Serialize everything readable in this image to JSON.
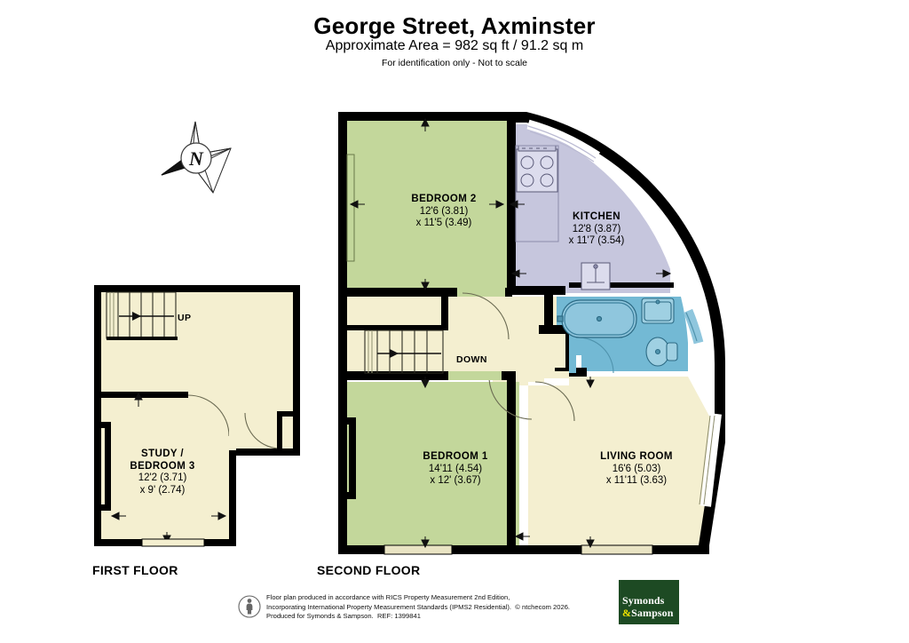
{
  "header": {
    "title": "George Street, Axminster",
    "subtitle": "Approximate Area = 982 sq ft / 91.2 sq m",
    "note": "For identification only - Not to scale"
  },
  "compass": {
    "label": "N"
  },
  "floors": [
    {
      "id": "first",
      "caption": "FIRST FLOOR"
    },
    {
      "id": "second",
      "caption": "SECOND FLOOR"
    }
  ],
  "rooms": {
    "bedroom2": {
      "name": "BEDROOM 2",
      "dim1": "12'6 (3.81)",
      "dim2": "x 11'5 (3.49)"
    },
    "kitchen": {
      "name": "KITCHEN",
      "dim1": "12'8 (3.87)",
      "dim2": "x 11'7 (3.54)"
    },
    "bedroom1": {
      "name": "BEDROOM 1",
      "dim1": "14'11 (4.54)",
      "dim2": "x 12' (3.67)"
    },
    "living": {
      "name": "LIVING ROOM",
      "dim1": "16'6 (5.03)",
      "dim2": "x 11'11 (3.63)"
    },
    "study": {
      "name": "STUDY /",
      "name2": "BEDROOM 3",
      "dim1": "12'2 (3.71)",
      "dim2": "x 9' (2.74)"
    }
  },
  "stairs": {
    "up": "UP",
    "down": "DOWN"
  },
  "footer": {
    "line1": "Floor plan produced in accordance with RICS Property Measurement 2nd Edition,",
    "line2": "Incorporating International Property Measurement Standards (IPMS2 Residential).",
    "copyright": "© ntchecom 2026.",
    "line3": "Produced for Symonds & Sampson.",
    "ref": "REF:  1399841",
    "logo_line1": "Symonds",
    "logo_amp": "&",
    "logo_line2": "Sampson"
  },
  "colors": {
    "bedroom": "#c3d79b",
    "kitchen": "#c6c6dd",
    "bathroom": "#73b9d4",
    "neutral": "#f4efd0",
    "wall": "#000000",
    "logo_green": "#1d4a23",
    "logo_yellow": "#f2e400"
  }
}
